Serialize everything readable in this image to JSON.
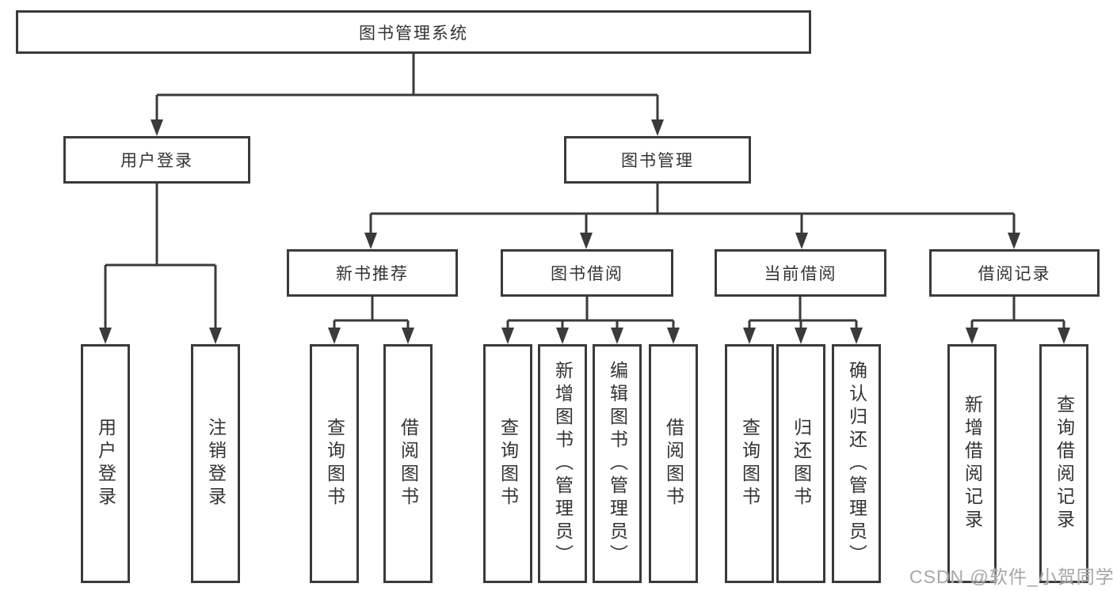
{
  "diagram": {
    "type": "hierarchy-tree",
    "line_color": "#3a3a3a",
    "text_color": "#333333",
    "background_color": "#ffffff",
    "root": {
      "label": "图书管理系统",
      "children": [
        {
          "label": "用户登录",
          "children": [
            {
              "label": "用户登录"
            },
            {
              "label": "注销登录"
            }
          ]
        },
        {
          "label": "图书管理",
          "children": [
            {
              "label": "新书推荐",
              "children": [
                {
                  "label": "查询图书"
                },
                {
                  "label": "借阅图书"
                }
              ]
            },
            {
              "label": "图书借阅",
              "children": [
                {
                  "label": "查询图书"
                },
                {
                  "label": "新增图书（管理员）"
                },
                {
                  "label": "编辑图书（管理员）"
                },
                {
                  "label": "借阅图书"
                }
              ]
            },
            {
              "label": "当前借阅",
              "children": [
                {
                  "label": "查询图书"
                },
                {
                  "label": "归还图书"
                },
                {
                  "label": "确认归还（管理员）"
                }
              ]
            },
            {
              "label": "借阅记录",
              "children": [
                {
                  "label": "新增借阅记录"
                },
                {
                  "label": "查询借阅记录"
                }
              ]
            }
          ]
        }
      ]
    }
  },
  "watermark": {
    "text": "CSDN @软件_小贺同学"
  }
}
